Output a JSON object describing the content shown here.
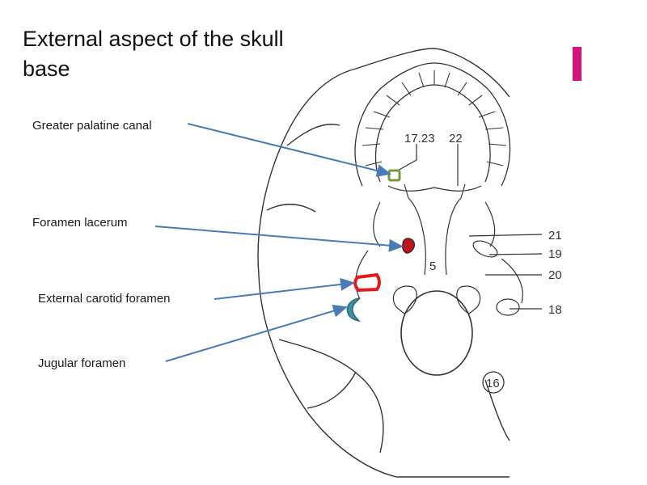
{
  "title": "External aspect of the skull base",
  "labels": {
    "greater_palatine": "Greater palatine canal",
    "foramen_lacerum": "Foramen lacerum",
    "external_carotid": "External carotid foramen",
    "jugular": "Jugular foramen"
  },
  "figure_numbers": {
    "n17_23": "17.23",
    "n22": "22",
    "n21": "21",
    "n19": "19",
    "n20": "20",
    "n18": "18",
    "n5": "5",
    "n16": "16"
  },
  "colors": {
    "arrow": "#4a7bb7",
    "accent": "#d6157a",
    "greater_palatine_marker": "#7a9a3a",
    "foramen_lacerum_marker": "#c0141c",
    "external_carotid_marker": "#e3191c",
    "jugular_marker": "#3f8fa0"
  }
}
